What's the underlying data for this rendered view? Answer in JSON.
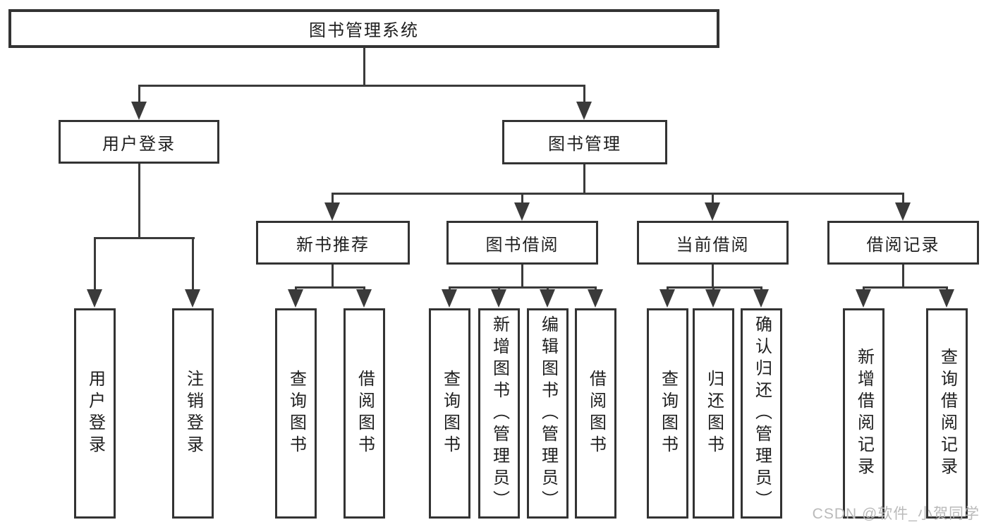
{
  "tree": {
    "root": "图书管理系统",
    "branches": [
      {
        "label": "用户登录",
        "children": [
          "用户登录",
          "注销登录"
        ]
      },
      {
        "label": "图书管理",
        "sections": [
          {
            "label": "新书推荐",
            "children": [
              "查询图书",
              "借阅图书"
            ]
          },
          {
            "label": "图书借阅",
            "children": [
              "查询图书",
              "新增图书（管理员）",
              "编辑图书（管理员）",
              "借阅图书"
            ]
          },
          {
            "label": "当前借阅",
            "children": [
              "查询图书",
              "归还图书",
              "确认归还（管理员）"
            ]
          },
          {
            "label": "借阅记录",
            "children": [
              "新增借阅记录",
              "查询借阅记录"
            ]
          }
        ]
      }
    ]
  },
  "watermark": "CSDN @软件_小贺同学",
  "colors": {
    "line": "#3a3a3a",
    "border": "#333333",
    "text": "#1f1f1f",
    "watermark": "#bababa",
    "background": "#ffffff"
  }
}
